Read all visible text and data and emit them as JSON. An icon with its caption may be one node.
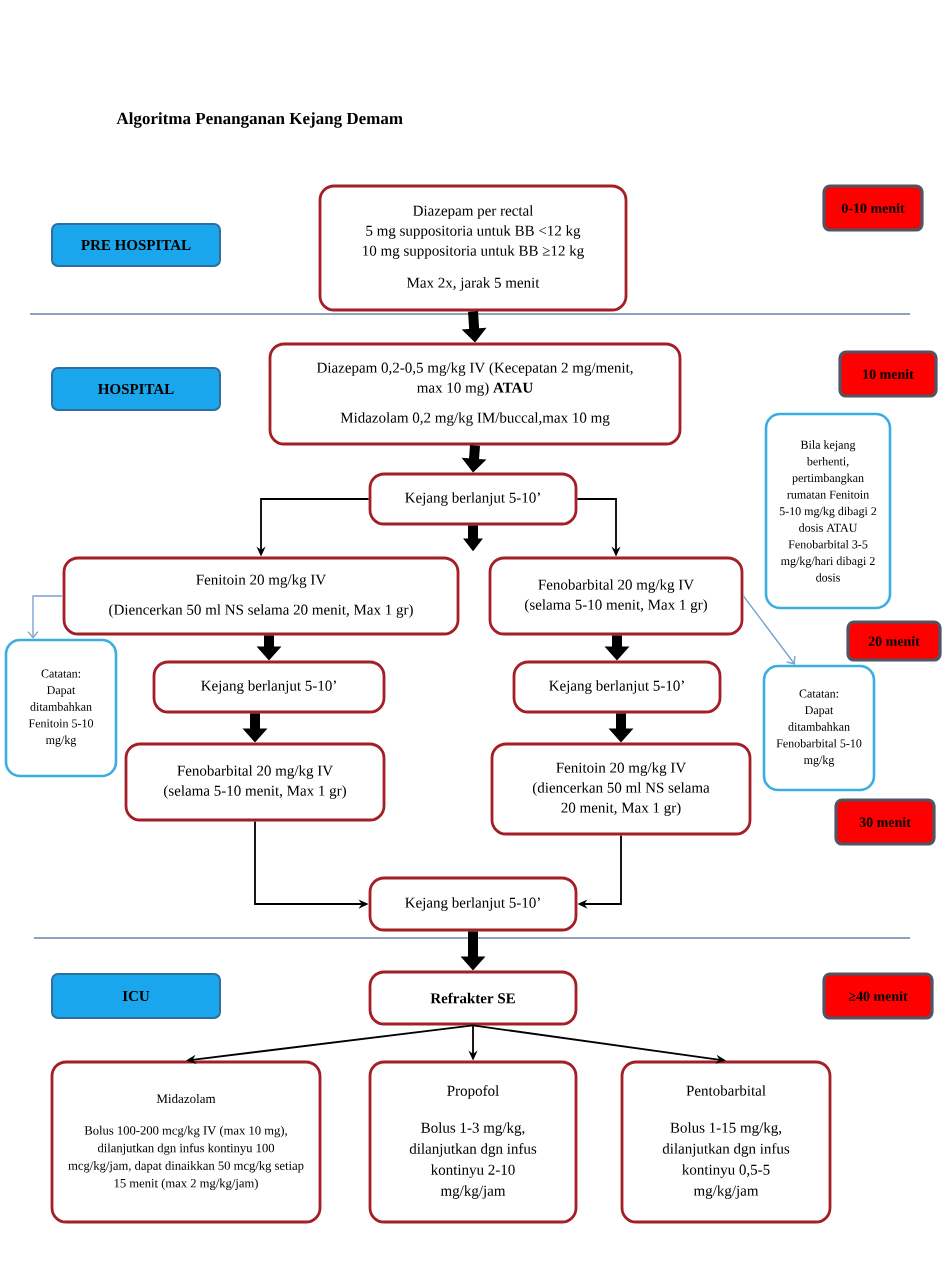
{
  "diagram": {
    "title": "Algoritma Penanganan Kejang Demam",
    "nodes": [
      {
        "text": [
          "PRE HOSPITAL"
        ]
      },
      {
        "text": [
          "Diazepam per rectal",
          "5 mg suppositoria untuk BB <12 kg",
          "10 mg suppositoria untuk BB ≥12 kg",
          "Max 2x, jarak 5 menit"
        ]
      },
      {
        "text": [
          "0-10 menit"
        ]
      },
      {
        "text": [
          "HOSPITAL"
        ]
      },
      {
        "text": [
          "Diazepam 0,2-0,5 mg/kg IV (Kecepatan 2 mg/menit, max 10 mg) **ATAU**",
          "Midazolam 0,2 mg/kg IM/buccal,max 10 mg"
        ]
      },
      {
        "text": [
          "10 menit"
        ]
      },
      {
        "text": [
          "Bila kejang berhenti, pertimbangkan rumatan Fenitoin 5-10 mg/kg dibagi 2 dosis ATAU Fenobarbital 3-5 mg/kg/hari dibagi 2 dosis"
        ]
      },
      {
        "text": [
          "Kejang berlanjut 5-10’"
        ]
      },
      {
        "text": [
          "Fenitoin 20 mg/kg IV",
          "(Diencerkan 50 ml NS selama 20 menit, Max 1 gr)"
        ]
      },
      {
        "text": [
          "Fenobarbital 20 mg/kg IV",
          "(selama 5-10 menit, Max 1 gr)"
        ]
      },
      {
        "text": [
          "20 menit"
        ]
      },
      {
        "text": [
          "Catatan:",
          "Dapat ditambahkan Fenitoin 5-10 mg/kg"
        ]
      },
      {
        "text": [
          "Kejang berlanjut 5-10’"
        ]
      },
      {
        "text": [
          "Kejang berlanjut 5-10’"
        ]
      },
      {
        "text": [
          "Catatan:",
          "Dapat ditambahkan Fenobarbital 5-10 mg/kg"
        ]
      },
      {
        "text": [
          "Fenobarbital 20 mg/kg IV",
          "(selama 5-10 menit, Max 1 gr)"
        ]
      },
      {
        "text": [
          "Fenitoin 20 mg/kg IV",
          "(diencerkan 50 ml NS selama 20 menit, Max 1 gr)"
        ]
      },
      {
        "text": [
          "30 menit"
        ]
      },
      {
        "text": [
          "Kejang berlanjut 5-10’"
        ]
      },
      {
        "text": [
          "ICU"
        ]
      },
      {
        "text": [
          "Refrakter SE"
        ]
      },
      {
        "text": [
          "≥40 menit"
        ]
      },
      {
        "text": [
          "Midazolam",
          "Bolus 100-200 mcg/kg IV (max 10 mg), dilanjutkan dgn infus kontinyu 100 mcg/kg/jam, dapat dinaikkan 50 mcg/kg setiap 15 menit (max 2 mg/kg/jam)"
        ]
      },
      {
        "text": [
          "Propofol",
          "Bolus 1-3 mg/kg, dilanjutkan dgn infus kontinyu 2-10 mg/kg/jam"
        ]
      },
      {
        "text": [
          "Pentobarbital",
          "Bolus 1-15 mg/kg, dilanjutkan dgn infus kontinyu 0,5-5 mg/kg/jam"
        ]
      }
    ],
    "edges": [
      {
        "from": 1,
        "to": 4,
        "arrow": "to",
        "style": "thick"
      },
      {
        "from": 4,
        "to": 7,
        "arrow": "to",
        "style": "thick"
      },
      {
        "from": 7,
        "to": 8,
        "arrow": "to"
      },
      {
        "from": 7,
        "to": null,
        "arrow": "to",
        "style": "thick"
      },
      {
        "from": 7,
        "to": 9,
        "arrow": "to"
      },
      {
        "from": 8,
        "to": 11,
        "arrow": "to",
        "color": "#7ba3d0"
      },
      {
        "from": 8,
        "to": 12,
        "arrow": "to",
        "style": "thick"
      },
      {
        "from": 9,
        "to": 13,
        "arrow": "to",
        "style": "thick"
      },
      {
        "from": 9,
        "to": 14,
        "arrow": "to",
        "color": "#7ba3d0"
      },
      {
        "from": 12,
        "to": 15,
        "arrow": "to",
        "style": "thick"
      },
      {
        "from": 13,
        "to": 16,
        "arrow": "to",
        "style": "thick"
      },
      {
        "from": 15,
        "to": 18,
        "arrow": "to"
      },
      {
        "from": 16,
        "to": 18,
        "arrow": "to"
      },
      {
        "from": 18,
        "to": 20,
        "arrow": "to",
        "style": "thick"
      },
      {
        "from": 20,
        "to": 22,
        "arrow": "to"
      },
      {
        "from": 20,
        "to": 23,
        "arrow": "to"
      },
      {
        "from": 20,
        "to": 24,
        "arrow": "to"
      }
    ]
  }
}
